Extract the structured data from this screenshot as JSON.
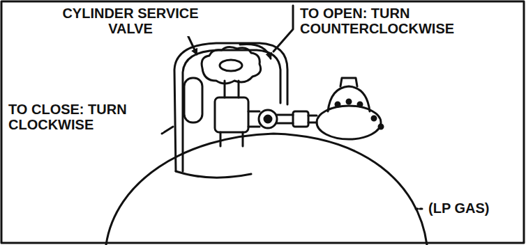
{
  "diagram": {
    "labels": [
      "CYLINDER SERVICE VALVE",
      "TO OPEN: TURN COUNTERCLOCKWISE",
      "TO CLOSE: TURN CLOCKWISE",
      "(LP GAS)"
    ]
  }
}
